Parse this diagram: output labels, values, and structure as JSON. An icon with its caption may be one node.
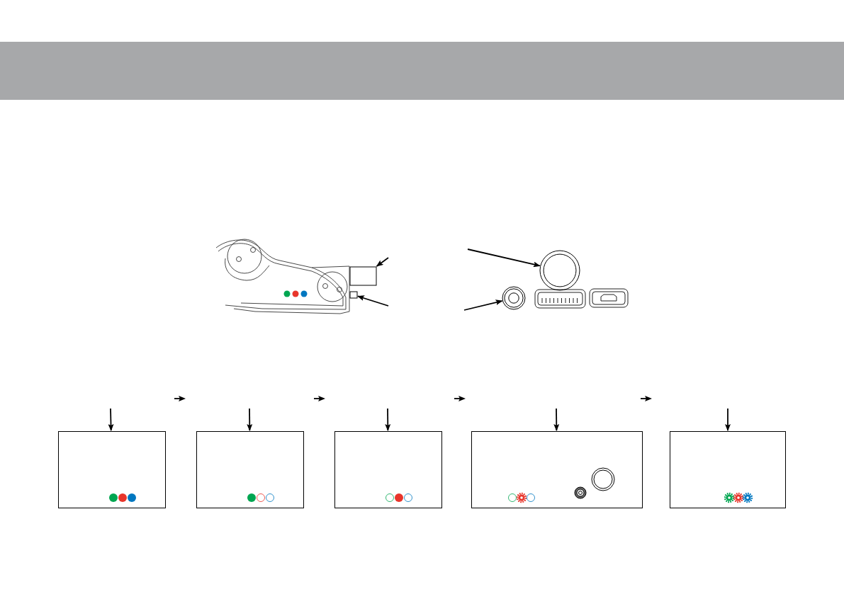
{
  "diagram": {
    "nodes": [
      {
        "text": [],
        "shape": "box"
      },
      {
        "text": [],
        "shape": "box"
      },
      {
        "text": [],
        "shape": "circle"
      },
      {
        "text": [],
        "shape": "circle"
      },
      {
        "text": [],
        "shape": "box"
      },
      {
        "text": [],
        "shape": "box"
      },
      {
        "text": [],
        "shape": "box"
      },
      {
        "text": [],
        "shape": "box"
      },
      {
        "text": [],
        "shape": "box"
      }
    ],
    "edges": [
      {
        "from": null,
        "to": 0,
        "arrow": "to"
      },
      {
        "from": null,
        "to": 1,
        "arrow": "to"
      },
      {
        "from": null,
        "to": 2,
        "arrow": "to"
      },
      {
        "from": null,
        "to": 3,
        "arrow": "to"
      },
      {
        "from": null,
        "to": 4,
        "arrow": "to"
      },
      {
        "from": null,
        "to": 5,
        "arrow": "to"
      },
      {
        "from": null,
        "to": 6,
        "arrow": "to"
      },
      {
        "from": null,
        "to": 7,
        "arrow": "to"
      },
      {
        "from": null,
        "to": 8,
        "arrow": "to"
      }
    ]
  }
}
